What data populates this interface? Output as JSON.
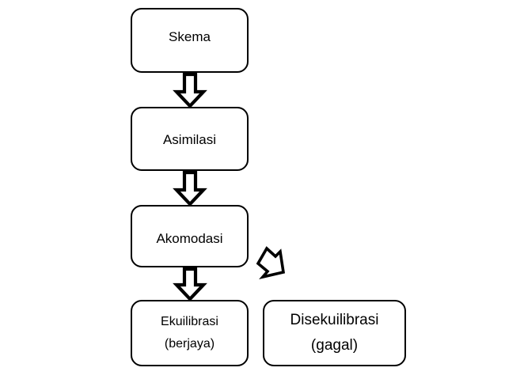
{
  "diagram": {
    "title": "Skema - Asimilasi - Akomodasi - Ekuilibrasi flowchart",
    "background_color": "#ffffff",
    "stroke_color": "#000000",
    "text_color": "#000000",
    "nodes": [
      {
        "id": "skema",
        "label": "Skema",
        "sublabel": ""
      },
      {
        "id": "asimilasi",
        "label": "Asimilasi",
        "sublabel": ""
      },
      {
        "id": "akomodasi",
        "label": "Akomodasi",
        "sublabel": ""
      },
      {
        "id": "ekuilibrasi",
        "label": "Ekuilibrasi",
        "sublabel": "(berjaya)"
      },
      {
        "id": "disekuilibrasi",
        "label": "Disekuilibrasi",
        "sublabel": "(gagal)"
      }
    ],
    "arrows": [
      {
        "id": "skema-asimilasi",
        "icon": "block-arrow-down-icon",
        "direction": "down",
        "from": "skema",
        "to": "asimilasi"
      },
      {
        "id": "asimilasi-akomodasi",
        "icon": "block-arrow-down-icon",
        "direction": "down",
        "from": "asimilasi",
        "to": "akomodasi"
      },
      {
        "id": "akomodasi-ekuilibrasi",
        "icon": "block-arrow-down-icon",
        "direction": "down",
        "from": "akomodasi",
        "to": "ekuilibrasi"
      },
      {
        "id": "akomodasi-disekuilibrasi",
        "icon": "block-arrow-down-right-icon",
        "direction": "down-right",
        "from": "akomodasi",
        "to": "disekuilibrasi"
      }
    ]
  }
}
